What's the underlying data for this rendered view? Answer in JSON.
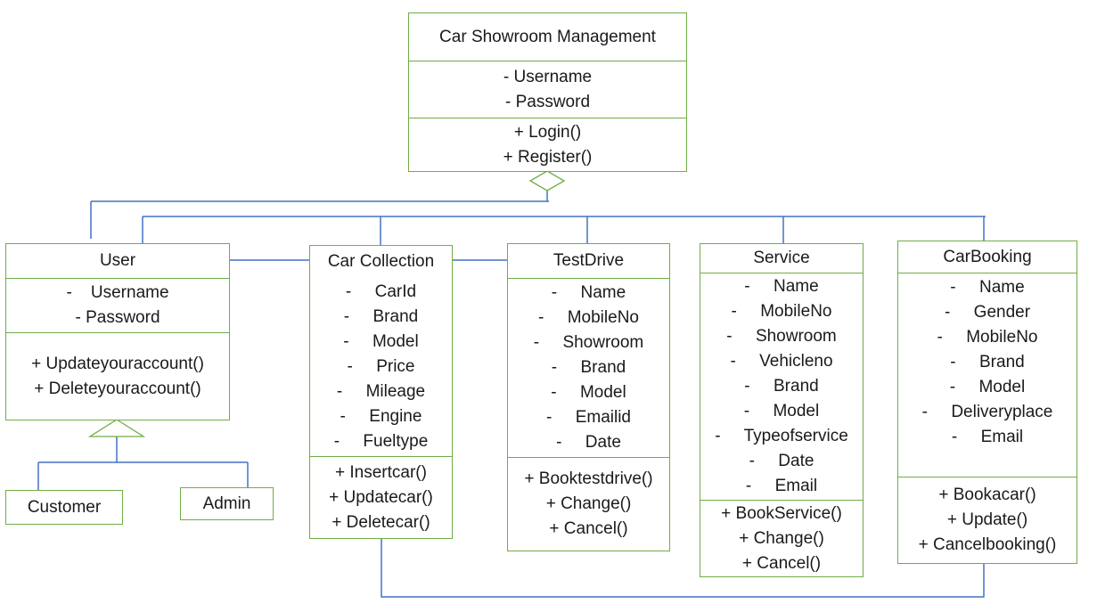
{
  "main": {
    "title": "Car Showroom Management",
    "attributes": [
      "- Username",
      "- Password"
    ],
    "methods": [
      "+ Login()",
      "+ Register()"
    ]
  },
  "user": {
    "title": "User",
    "attributes": [
      "-    Username",
      "- Password"
    ],
    "methods": [
      "+ Updateyouraccount()",
      "+ Deleteyouraccount()"
    ]
  },
  "car_collection": {
    "title": "Car Collection",
    "attributes": [
      "-     CarId",
      "-     Brand",
      "-     Model",
      "-     Price",
      "-     Mileage",
      "-     Engine",
      "-     Fueltype"
    ],
    "methods": [
      "+ Insertcar()",
      "+ Updatecar()",
      "+ Deletecar()"
    ]
  },
  "test_drive": {
    "title": "TestDrive",
    "attributes": [
      "-     Name",
      "-     MobileNo",
      "-     Showroom",
      "-     Brand",
      "-     Model",
      "-     Emailid",
      "-     Date"
    ],
    "methods": [
      "+ Booktestdrive()",
      "+ Change()",
      "+ Cancel()"
    ]
  },
  "service": {
    "title": "Service",
    "attributes": [
      "-     Name",
      "-     MobileNo",
      "-     Showroom",
      "-     Vehicleno",
      "-     Brand",
      "-     Model",
      "-     Typeofservice",
      "-     Date",
      "-     Email"
    ],
    "methods": [
      "+ BookService()",
      "+ Change()",
      "+ Cancel()"
    ]
  },
  "car_booking": {
    "title": "CarBooking",
    "attributes": [
      "-     Name",
      "-     Gender",
      "-     MobileNo",
      "-     Brand",
      "-     Model",
      "-     Deliveryplace",
      "-     Email"
    ],
    "methods": [
      "+ Bookacar()",
      "+ Update()",
      "+ Cancelbooking()"
    ]
  },
  "customer": {
    "title": "Customer"
  },
  "admin": {
    "title": "Admin"
  },
  "colors": {
    "box_border": "#70ad47",
    "connector": "#4472c4"
  }
}
